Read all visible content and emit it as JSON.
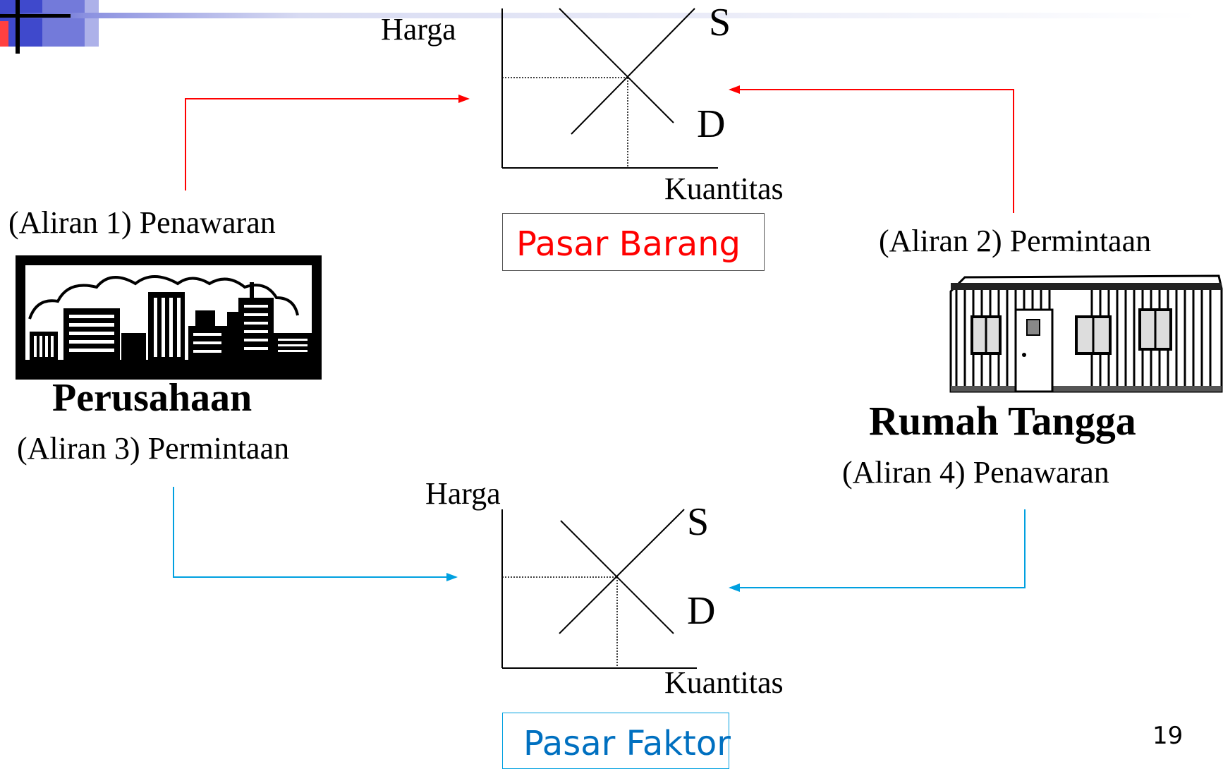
{
  "goods_market": {
    "price_label": "Harga",
    "quantity_label": "Kuantitas",
    "supply_label": "S",
    "demand_label": "D",
    "market_name": "Pasar Barang",
    "color": "#ff0000"
  },
  "factor_market": {
    "price_label": "Harga",
    "quantity_label": "Kuantitas",
    "supply_label": "S",
    "demand_label": "D",
    "market_name": "Pasar Faktor",
    "color": "#0070c0"
  },
  "firm": {
    "name": "Perusahaan",
    "icon": "city-skyline-icon",
    "flow_supply": "(Aliran 1) Penawaran",
    "flow_demand": "(Aliran 3) Permintaan"
  },
  "household": {
    "name": "Rumah Tangga",
    "icon": "house-container-icon",
    "flow_demand": "(Aliran 2) Permintaan",
    "flow_supply": "(Aliran 4) Penawaran"
  },
  "arrow_colors": {
    "goods_flow": "#ff0000",
    "factor_flow": "#00a0e0"
  },
  "slide_number": "19"
}
